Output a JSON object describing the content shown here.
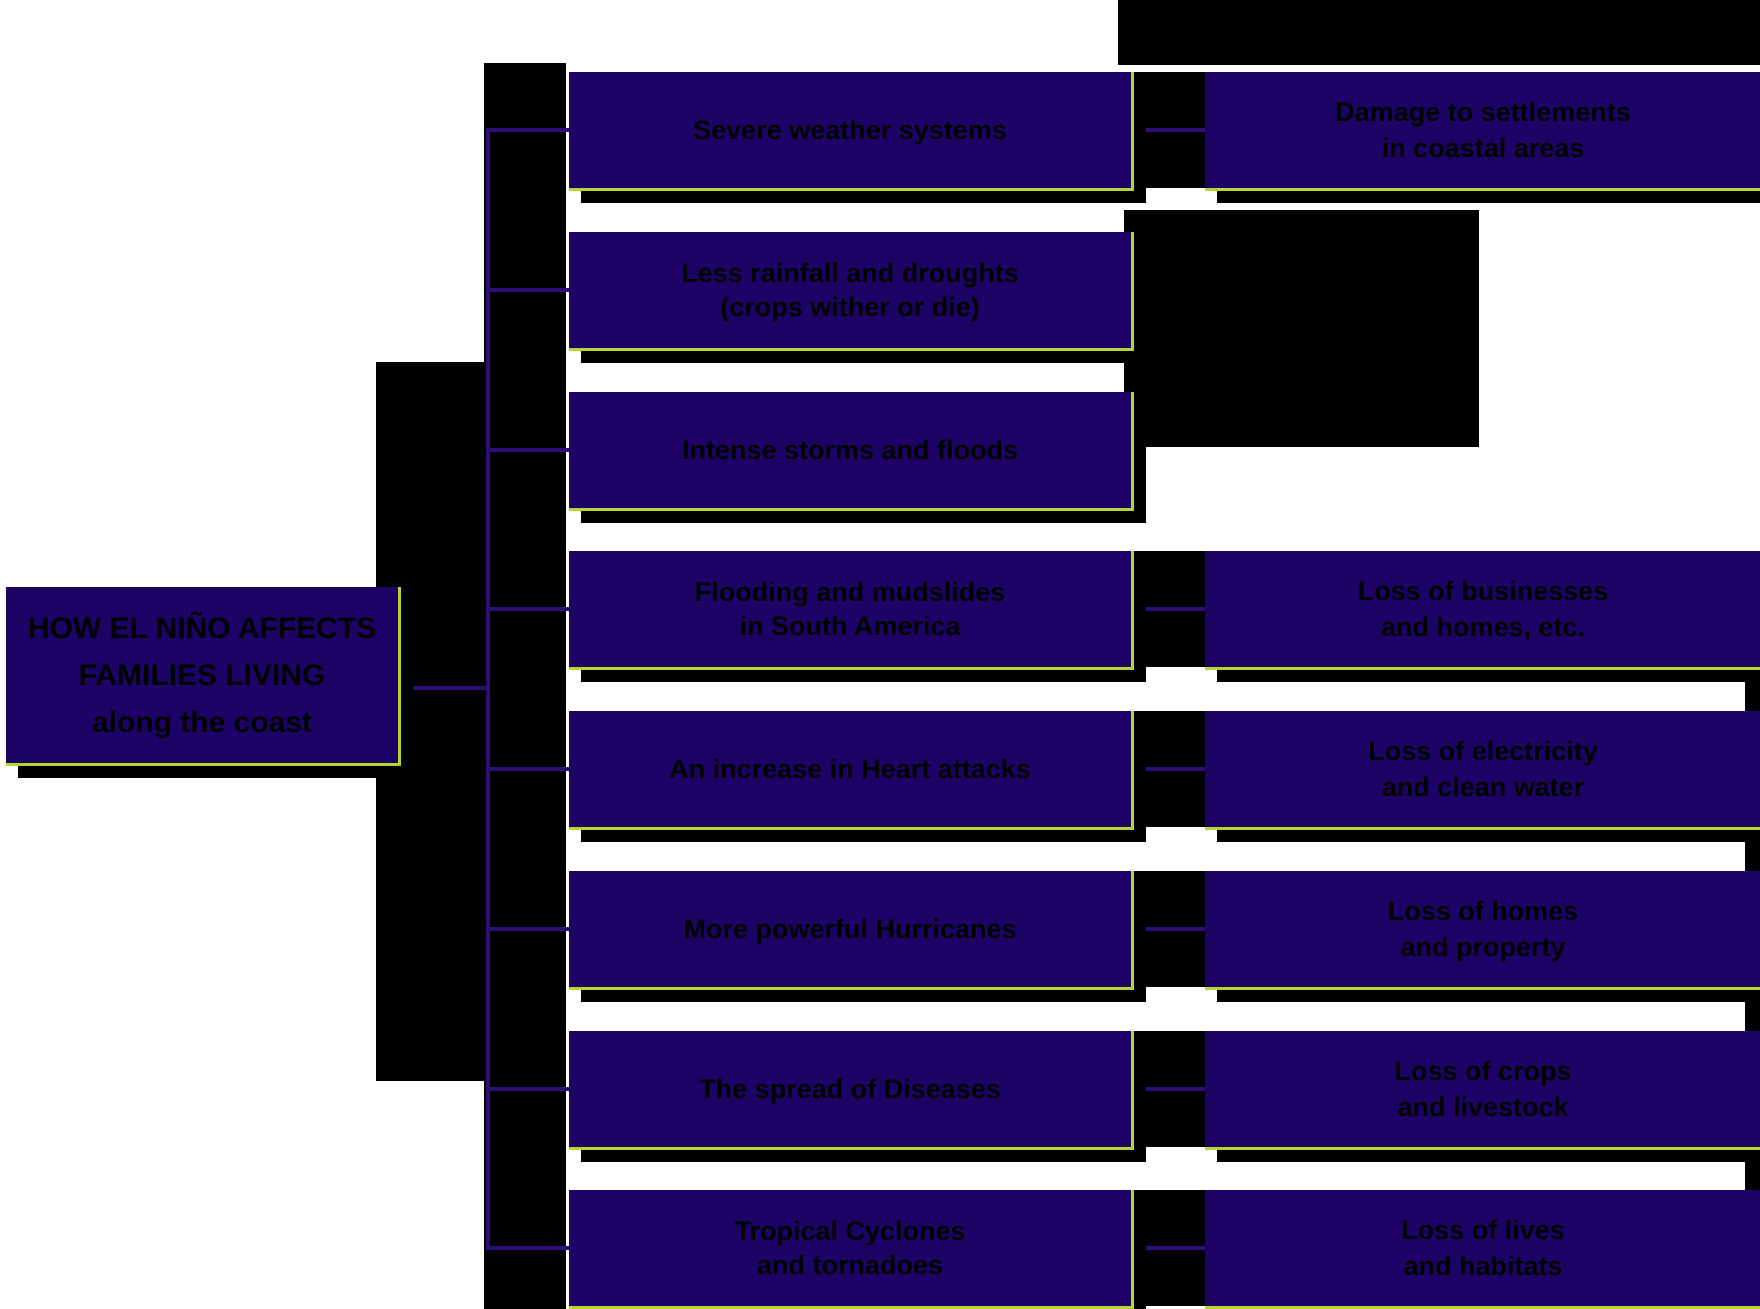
{
  "colors": {
    "box_fill": "#1e0366",
    "accent_edge": "#b7d435",
    "connector": "#2c0e75",
    "text": "#000000",
    "shadow": "#000000",
    "background": "#ffffff"
  },
  "root": {
    "lines": [
      "HOW EL NIÑO AFFECTS",
      "FAMILIES LIVING",
      "along the coast"
    ]
  },
  "middle": [
    {
      "lines": [
        "Severe weather systems",
        ""
      ]
    },
    {
      "lines": [
        "Less rainfall and droughts",
        "(crops wither or die)"
      ]
    },
    {
      "lines": [
        "Intense storms and floods",
        ""
      ]
    },
    {
      "lines": [
        "Flooding and mudslides",
        "in South America"
      ]
    },
    {
      "lines": [
        "An increase in Heart attacks",
        ""
      ]
    },
    {
      "lines": [
        "More powerful Hurricanes",
        ""
      ]
    },
    {
      "lines": [
        "The spread of Diseases",
        ""
      ]
    },
    {
      "lines": [
        "Tropical Cyclones",
        "and tornadoes"
      ]
    }
  ],
  "right": [
    {
      "lines": [
        "Damage to settlements",
        "in coastal areas"
      ]
    },
    {
      "lines": [
        "Loss of businesses",
        "and homes, etc."
      ]
    },
    {
      "lines": [
        "Loss of electricity",
        "and clean water"
      ]
    },
    {
      "lines": [
        "Loss of homes",
        "and property"
      ]
    },
    {
      "lines": [
        "Loss of crops",
        "and livestock"
      ]
    },
    {
      "lines": [
        "Loss of lives",
        "and habitats"
      ]
    }
  ]
}
